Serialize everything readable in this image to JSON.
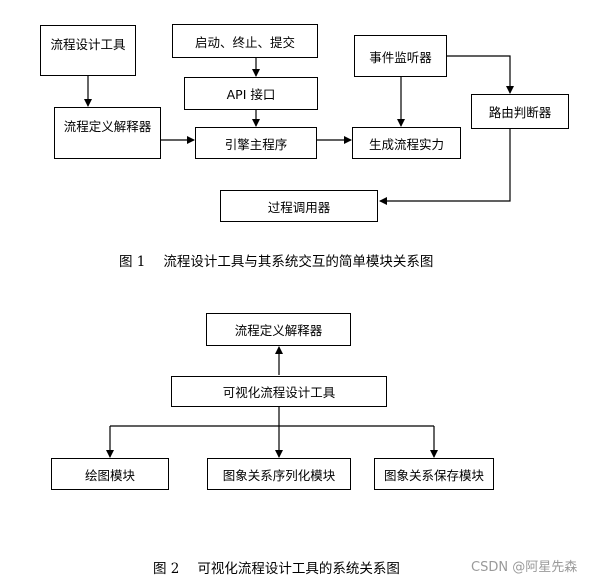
{
  "figure1": {
    "nodes": {
      "flow_design_tool": "流程设计工具",
      "start_stop_submit": "启动、终止、提交",
      "event_listener": "事件监听器",
      "api_interface": "API 接口",
      "router": "路由判断器",
      "flow_def_interpreter": "流程定义解释器",
      "engine_main": "引擎主程序",
      "gen_flow_instance": "生成流程实力",
      "process_scheduler": "过程调用器"
    },
    "caption_num": "图 1",
    "caption_text": "流程设计工具与其系统交互的简单模块关系图"
  },
  "figure2": {
    "nodes": {
      "flow_def_interpreter": "流程定义解释器",
      "visual_tool": "可视化流程设计工具",
      "draw_module": "绘图模块",
      "serialize_module": "图象关系序列化模块",
      "save_module": "图象关系保存模块"
    },
    "caption_num": "图 2",
    "caption_text": "可视化流程设计工具的系统关系图"
  },
  "watermark": "CSDN @阿星先森"
}
